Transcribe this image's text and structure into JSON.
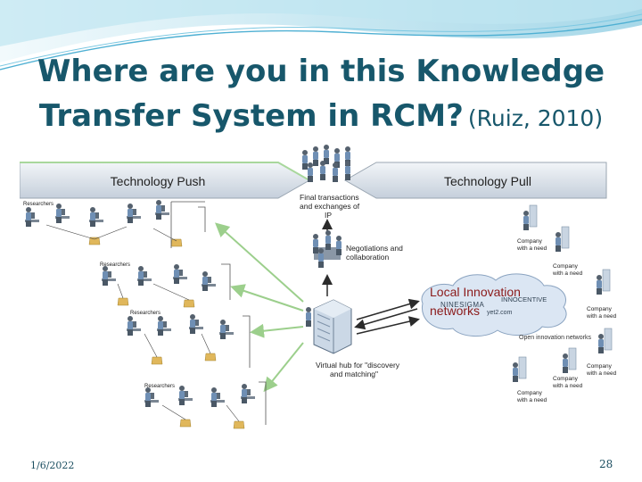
{
  "slide": {
    "title_main": "Where are you in this Knowledge Transfer System in RCM?",
    "title_citation": "(Ruiz, 2010)",
    "date": "1/6/2022",
    "page_number": "28"
  },
  "diagram": {
    "push_label": "Technology Push",
    "pull_label": "Technology Pull",
    "final_transactions_line1": "Final transactions",
    "final_transactions_line2": "and exchanges of",
    "final_transactions_line3": "IP",
    "negotiations_line1": "Negotiations and",
    "negotiations_line2": "collaboration",
    "virtual_hub_line1": "Virtual hub for \"discovery",
    "virtual_hub_line2": "and matching\"",
    "researchers_label": "Researchers",
    "company_line1": "Company",
    "company_line2": "with a need",
    "open_innovation_label": "Open innovation networks",
    "local_innovation_line1": "Local Innovation",
    "local_innovation_line2": "networks",
    "ninesigma_label": "NINESIGMA",
    "innocentive_label": "INNOCENTIVE",
    "yet2_label": "yet2.com"
  },
  "colors": {
    "title": "#17576b",
    "banner_fill": "#d6dde6",
    "arrow_green": "#9ccf8c",
    "arrow_dark": "#2b2b2b",
    "cloud_fill": "#dbe6f3",
    "local_innovation_text": "#8b1a1a"
  }
}
